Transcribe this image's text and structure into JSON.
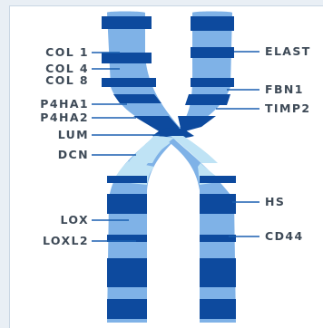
{
  "colors": {
    "dark_band": "#0d4a9e",
    "light_band": "#7fb2e7",
    "centromere": "#bfe3f5",
    "label_text": "#3e4a57",
    "leader_line": "#1a5fb0"
  },
  "labels_left": [
    "COL 1",
    "COL 4",
    "COL 8",
    "P4HA1",
    "P4HA2",
    "LUM",
    "DCN",
    "LOX",
    "LOXL2"
  ],
  "labels_right": [
    "ELAST",
    "FBN1",
    "TIMP2",
    "HS",
    "CD44"
  ]
}
